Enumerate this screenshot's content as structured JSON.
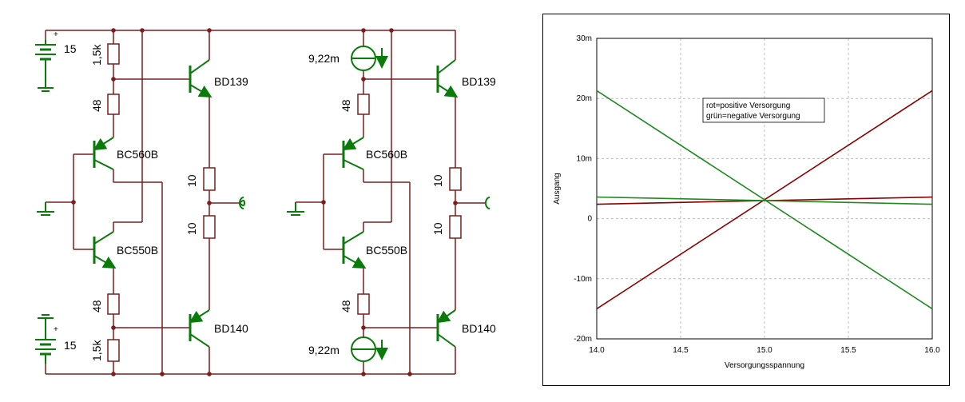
{
  "colors": {
    "wire": "#7a1e1e",
    "component": "#0a7a0a",
    "text": "#000000",
    "series_red": "#8b0000",
    "series_green": "#1f8a1f"
  },
  "schematic": {
    "left_circuit": {
      "supply_top": "15",
      "supply_bottom": "15",
      "plus_top": "+",
      "plus_bottom": "+",
      "r_top": "1,5k",
      "r_top2": "48",
      "r_bottom2": "48",
      "r_bottom": "1,5k",
      "q_pnp": "BC560B",
      "q_npn": "BC550B",
      "q_out_top": "BD139",
      "q_out_bottom": "BD140",
      "r_out_top": "10",
      "r_out_bottom": "10"
    },
    "right_circuit": {
      "current_top": "9,22m",
      "current_bottom": "9,22m",
      "r_top2": "48",
      "r_bottom2": "48",
      "q_pnp": "BC560B",
      "q_npn": "BC550B",
      "q_out_top": "BD139",
      "q_out_bottom": "BD140",
      "r_out_top": "10",
      "r_out_bottom": "10"
    }
  },
  "chart_data": {
    "type": "line",
    "xlabel": "Versorgungsspannung",
    "ylabel": "Ausgang",
    "xlim": [
      14.0,
      16.0
    ],
    "ylim": [
      -20,
      30
    ],
    "y_unit": "m",
    "x_ticks": [
      "14.0",
      "14.5",
      "15.0",
      "15.5",
      "16.0"
    ],
    "y_ticks": [
      "30m",
      "20m",
      "10m",
      "0",
      "-10m",
      "-20m"
    ],
    "y_tick_values": [
      30,
      20,
      10,
      0,
      -10,
      -20
    ],
    "x_tick_values": [
      14.0,
      14.5,
      15.0,
      15.5,
      16.0
    ],
    "grid": true,
    "legend": [
      "rot=positive Versorgung",
      "grün=negative Versorgung"
    ],
    "legend_position": "top-center",
    "series": [
      {
        "color": "red",
        "x": [
          14.0,
          16.0
        ],
        "values": [
          -15.0,
          21.3
        ]
      },
      {
        "color": "red",
        "x": [
          14.0,
          16.0
        ],
        "values": [
          2.4,
          3.6
        ]
      },
      {
        "color": "green",
        "x": [
          14.0,
          16.0
        ],
        "values": [
          21.3,
          -15.0
        ]
      },
      {
        "color": "green",
        "x": [
          14.0,
          16.0
        ],
        "values": [
          3.6,
          2.4
        ]
      }
    ]
  }
}
